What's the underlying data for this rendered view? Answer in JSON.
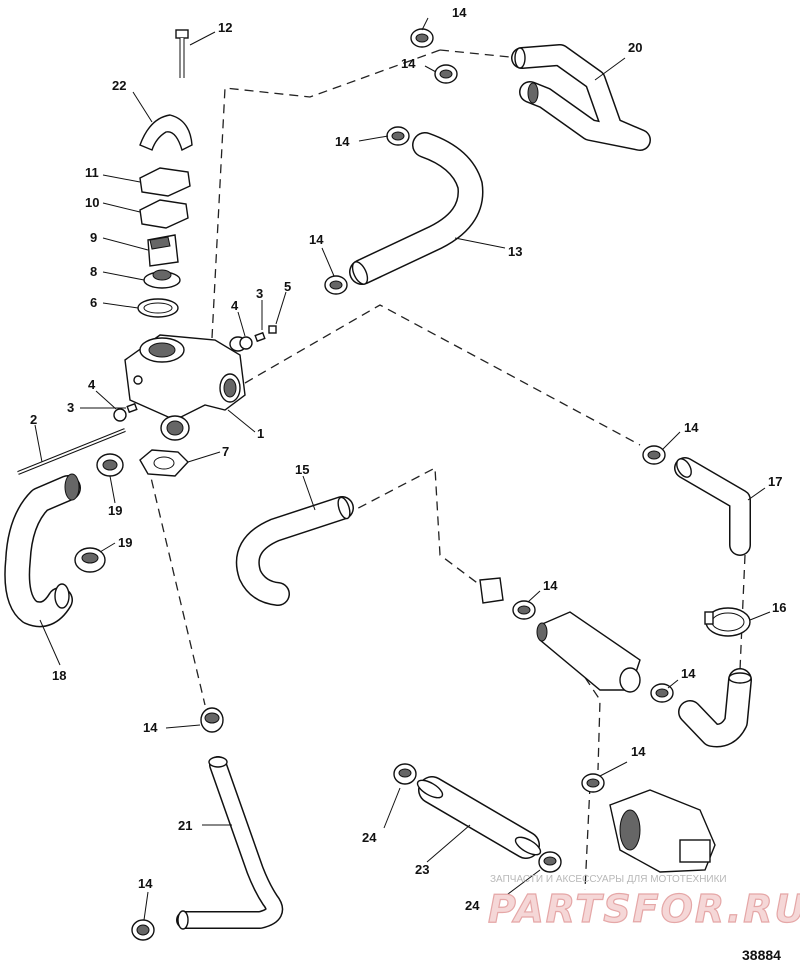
{
  "figure_number": "38884",
  "watermark": {
    "subtitle": "ЗАПЧАСТИ И АКСЕССУАРЫ ДЛЯ МОТОТЕХНИКИ",
    "brand": "PARTSFOR.RU"
  },
  "callouts": [
    {
      "id": "c12",
      "text": "12"
    },
    {
      "id": "c22",
      "text": "22"
    },
    {
      "id": "c11",
      "text": "11"
    },
    {
      "id": "c10",
      "text": "10"
    },
    {
      "id": "c9",
      "text": "9"
    },
    {
      "id": "c8",
      "text": "8"
    },
    {
      "id": "c6",
      "text": "6"
    },
    {
      "id": "c4a",
      "text": "4"
    },
    {
      "id": "c3a",
      "text": "3"
    },
    {
      "id": "c5",
      "text": "5"
    },
    {
      "id": "c4b",
      "text": "4"
    },
    {
      "id": "c3b",
      "text": "3"
    },
    {
      "id": "c2",
      "text": "2"
    },
    {
      "id": "c1",
      "text": "1"
    },
    {
      "id": "c7",
      "text": "7"
    },
    {
      "id": "c19a",
      "text": "19"
    },
    {
      "id": "c19b",
      "text": "19"
    },
    {
      "id": "c18",
      "text": "18"
    },
    {
      "id": "c14a",
      "text": "14"
    },
    {
      "id": "c14b",
      "text": "14"
    },
    {
      "id": "c14c",
      "text": "14"
    },
    {
      "id": "c14d",
      "text": "14"
    },
    {
      "id": "c14e",
      "text": "14"
    },
    {
      "id": "c14f",
      "text": "14"
    },
    {
      "id": "c14g",
      "text": "14"
    },
    {
      "id": "c14h",
      "text": "14"
    },
    {
      "id": "c14i",
      "text": "14"
    },
    {
      "id": "c14j",
      "text": "14"
    },
    {
      "id": "c20",
      "text": "20"
    },
    {
      "id": "c13",
      "text": "13"
    },
    {
      "id": "c15",
      "text": "15"
    },
    {
      "id": "c17",
      "text": "17"
    },
    {
      "id": "c16",
      "text": "16"
    },
    {
      "id": "c21",
      "text": "21"
    },
    {
      "id": "c23",
      "text": "23"
    },
    {
      "id": "c24a",
      "text": "24"
    },
    {
      "id": "c24b",
      "text": "24"
    }
  ]
}
